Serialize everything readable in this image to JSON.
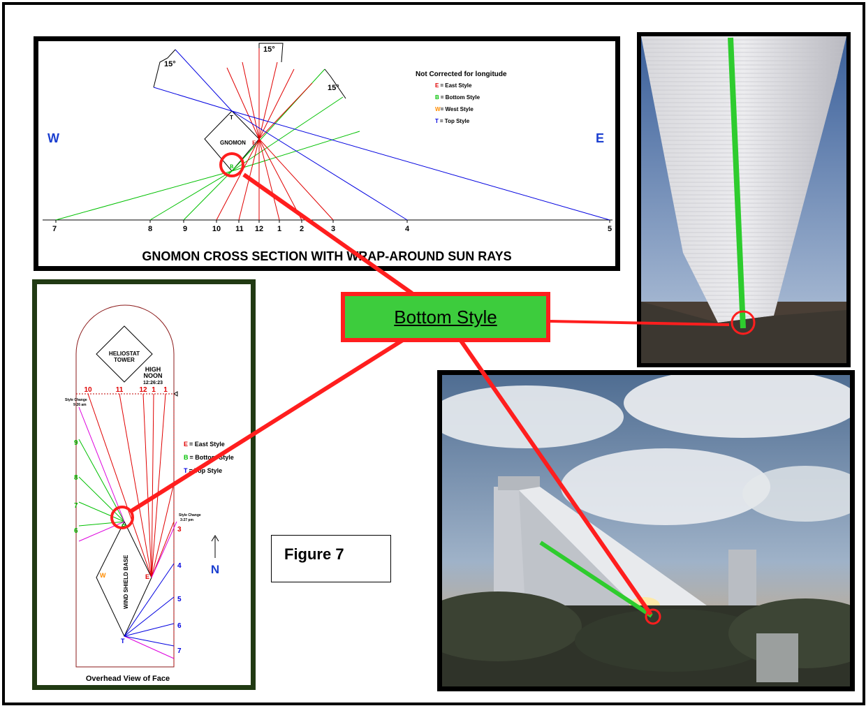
{
  "gnomon": {
    "title": "GNOMON CROSS SECTION  WITH WRAP-AROUND  SUN RAYS",
    "label_w": "W",
    "label_e": "E",
    "gnomon_label": "GNOMON",
    "angle": "15°",
    "legend_title": "Not Corrected for longitude",
    "legend": [
      {
        "key": "E",
        "text": "= East Style",
        "color": "#e00000"
      },
      {
        "key": "B",
        "text": "= Bottom Style",
        "color": "#00c000"
      },
      {
        "key": "W",
        "text": "= West Style",
        "color": "#ff8c00"
      },
      {
        "key": "T",
        "text": "= Top Style",
        "color": "#0000e0"
      }
    ],
    "ticks": [
      "7",
      "8",
      "9",
      "10",
      "11",
      "12",
      "1",
      "2",
      "3",
      "4",
      "5"
    ],
    "point_t": "T",
    "point_e": "E",
    "point_b": "B"
  },
  "overhead": {
    "caption": "Overhead View of Face",
    "tower_label_1": "HELIOSTAT",
    "tower_label_2": "TOWER",
    "high_noon_1": "HIGH",
    "high_noon_2": "NOON",
    "high_noon_time": "12:26:23",
    "top_ticks": [
      "10",
      "11",
      "12",
      "1",
      "1"
    ],
    "style_change_1": "Style Change",
    "style_change_1_time": "9:26 am",
    "style_change_2": "Style Change",
    "style_change_2_time": "3:27 pm",
    "left_ticks": [
      "9",
      "8",
      "7",
      "6"
    ],
    "right_ticks": [
      "3",
      "4",
      "5",
      "6",
      "7"
    ],
    "legend": [
      {
        "key": "E",
        "text": "= East Style",
        "color": "#e00000"
      },
      {
        "key": "B",
        "text": "= Bottom Style",
        "color": "#00c000"
      },
      {
        "key": "T",
        "text": "= Top Style",
        "color": "#0000e0"
      }
    ],
    "base_label": "WIND SHIELD BASE",
    "point_w": "W",
    "point_e": "E",
    "point_b": "B",
    "point_t": "T",
    "north": "N"
  },
  "figure_label": "Figure 7",
  "callout_label": "Bottom Style",
  "colors": {
    "east": "#e00000",
    "bottom": "#00c000",
    "west": "#ff8c00",
    "top": "#0000e0",
    "callout_border": "#ff1e1e",
    "callout_fill": "#3dcc3d",
    "overhead_border": "#213a13"
  }
}
